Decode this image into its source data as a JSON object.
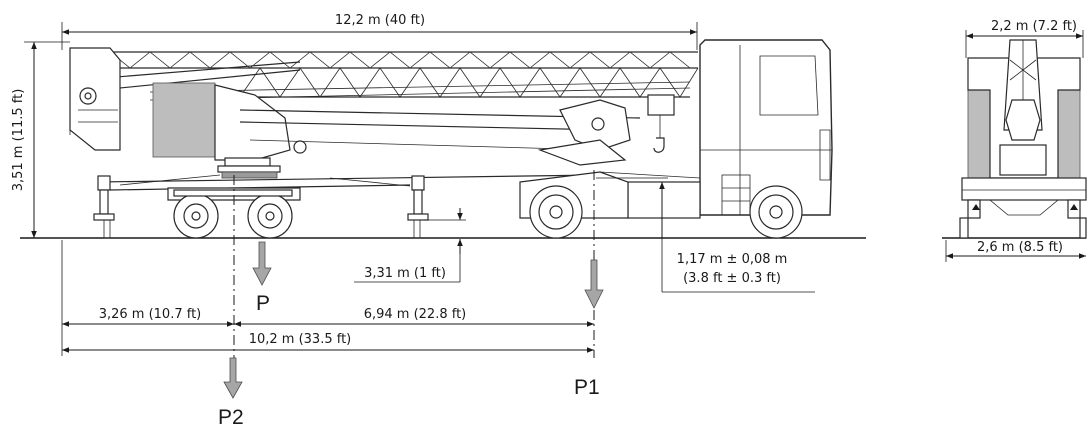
{
  "dimensions": {
    "overall_length": "12,2 m (40 ft)",
    "height": "3,51 m (11.5 ft)",
    "width_top": "2,2 m (7.2 ft)",
    "width_base": "2,6 m (8.5 ft)",
    "ground_clearance": "3,31 m (1 ft)",
    "hitch_height_line1": "1,17 m ± 0,08 m",
    "hitch_height_line2": "(3.8 ft ± 0.3 ft)",
    "rear_to_p": "3,26 m (10.7 ft)",
    "p_to_p1": "6,94 m (22.8 ft)",
    "rear_to_p1": "10,2 m (33.5 ft)"
  },
  "loads": {
    "p": "P",
    "p1": "P1",
    "p2": "P2"
  },
  "colors": {
    "line": "#1a1a1a",
    "arrow_fill": "#a6a6a6",
    "counterweight": "#bdbdbd"
  }
}
